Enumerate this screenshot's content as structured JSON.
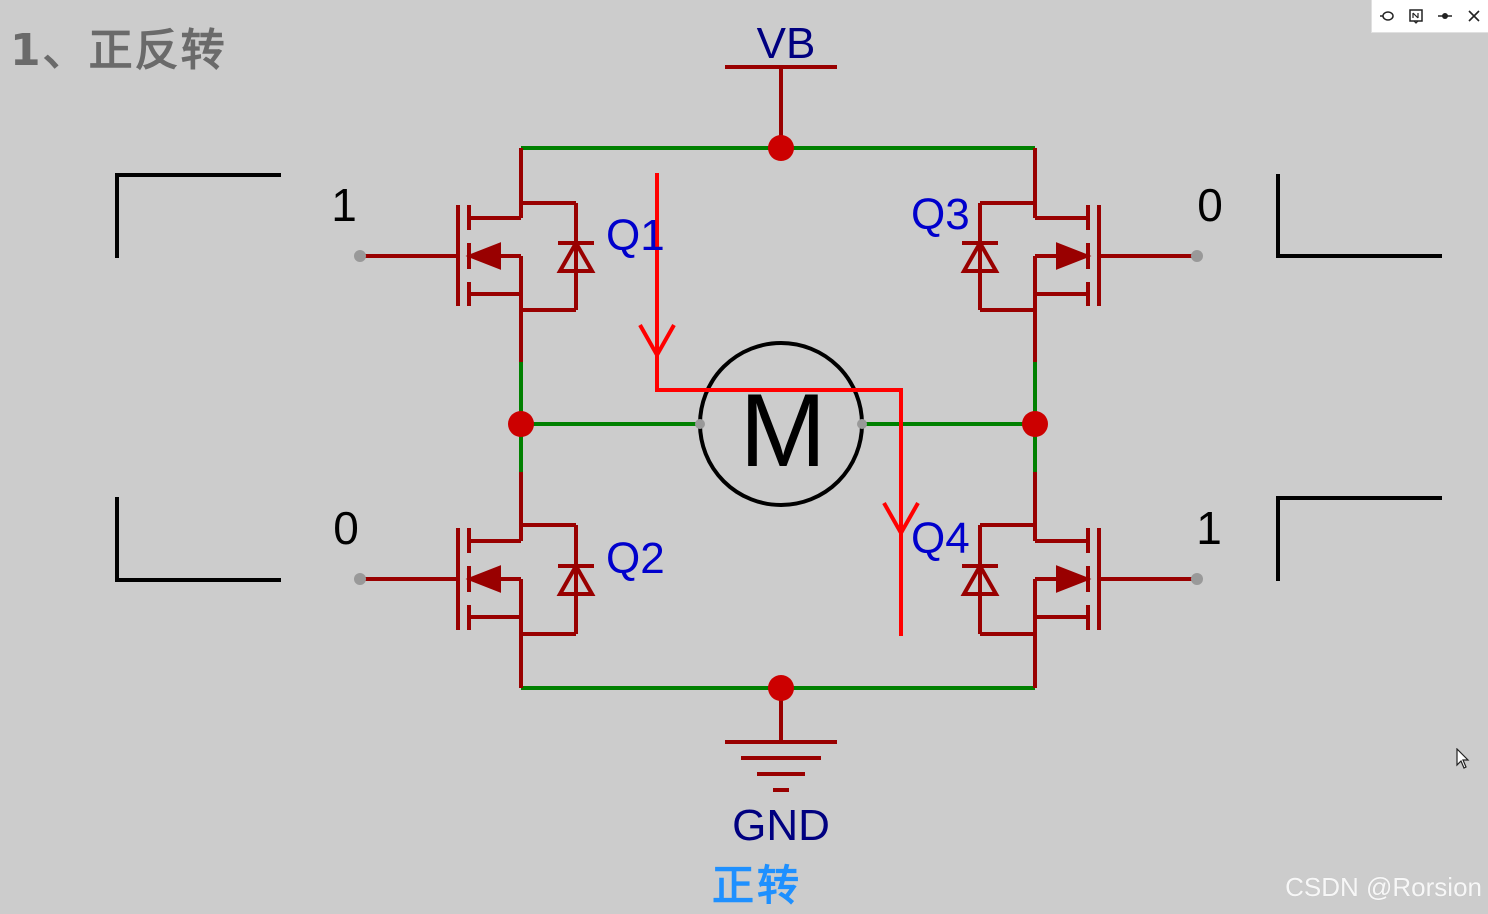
{
  "title": "1、正反转",
  "caption": "正转",
  "watermark": "CSDN @Rorsion",
  "power_label": "VB",
  "ground_label": "GND",
  "motor_label": "M",
  "transistors": {
    "q1": "Q1",
    "q2": "Q2",
    "q3": "Q3",
    "q4": "Q4"
  },
  "inputs": {
    "q1": "1",
    "q2": "0",
    "q3": "0",
    "q4": "1"
  },
  "toolbar": {
    "icons": [
      "pin-icon",
      "note-icon",
      "connect-icon",
      "close-icon"
    ]
  },
  "colors": {
    "background": "#cccccc",
    "wire": "#008000",
    "component": "#990000",
    "current_path": "#ff0000",
    "junction": "#cc0000",
    "label": "#0000cc",
    "net_label": "#000080",
    "caption": "#1e90ff"
  }
}
